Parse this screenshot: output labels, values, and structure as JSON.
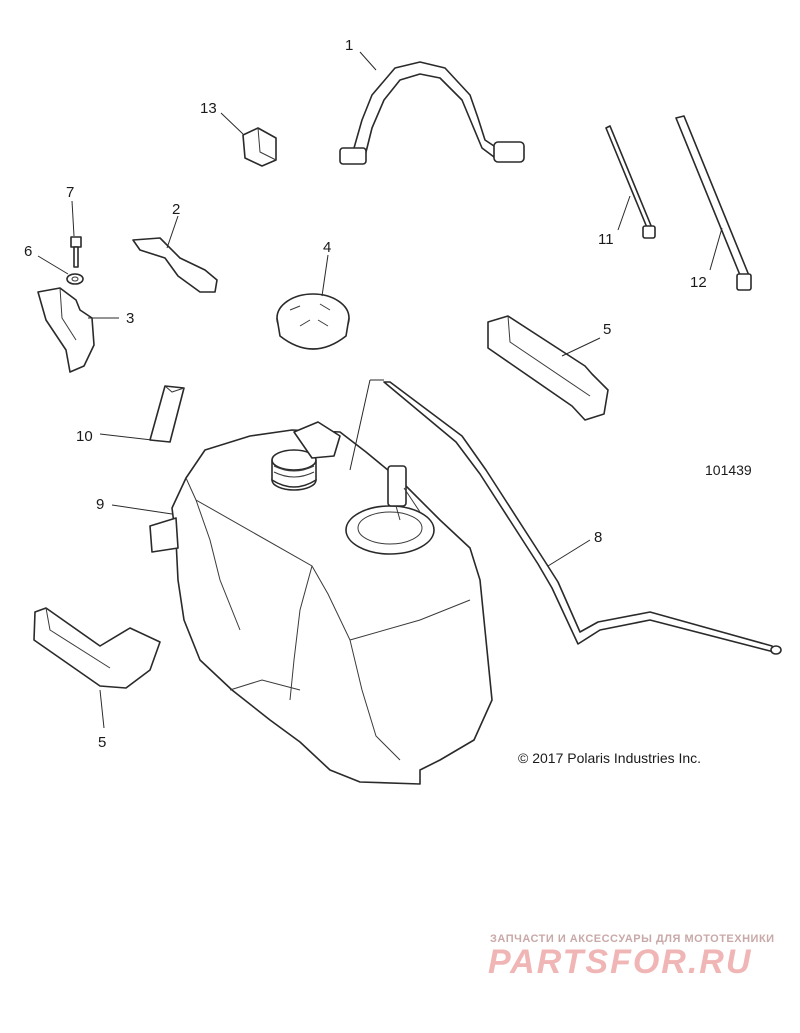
{
  "diagram": {
    "drawing_number": "101439",
    "copyright": "© 2017 Polaris Industries Inc.",
    "callouts": [
      "1",
      "13",
      "7",
      "2",
      "6",
      "4",
      "3",
      "11",
      "12",
      "5",
      "10",
      "9",
      "8",
      "5"
    ]
  },
  "watermark": {
    "subtitle": "ЗАПЧАСТИ И АКСЕССУАРЫ ДЛЯ МОТОТЕХНИКИ",
    "brand": "PARTSFOR.RU"
  }
}
